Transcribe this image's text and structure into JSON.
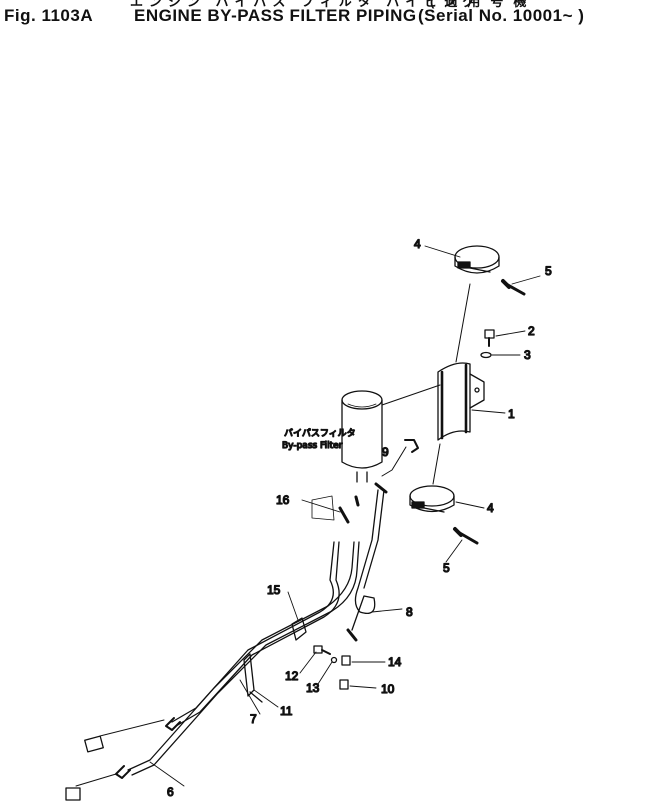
{
  "header": {
    "fig_no": "Fig. 1103A",
    "title": "ENGINE BY-PASS FILTER PIPING",
    "serial": "(Serial No. 10001~ )",
    "jp_title": "エンジン バイパス フィルタ パイピング",
    "jp_serial": "(適用号機"
  },
  "filter_label": {
    "jp": "バイパスフィルタ",
    "en": "By-pass  Filter"
  },
  "callouts": {
    "c1": "1",
    "c2": "2",
    "c3": "3",
    "c4a": "4",
    "c4b": "4",
    "c5a": "5",
    "c5b": "5",
    "c6": "6",
    "c7": "7",
    "c8": "8",
    "c9": "9",
    "c10": "10",
    "c11": "11",
    "c12": "12",
    "c13": "13",
    "c14": "14",
    "c15": "15",
    "c16": "16"
  }
}
